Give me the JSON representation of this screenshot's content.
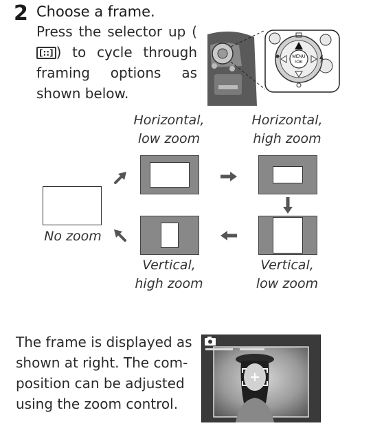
{
  "step": {
    "number": "2",
    "title": "Choose a frame.",
    "body_before": "Press the selector up (",
    "body_glyph": "[::]",
    "body_after": ") to cycle through framing options as shown below."
  },
  "selector": {
    "center_label_line1": "MENU",
    "center_label_line2": "/OK",
    "icons": [
      "frame-icon",
      "macro-icon",
      "flash-icon",
      "timer-icon",
      "delete-icon"
    ]
  },
  "diagram": {
    "horizontal_low": {
      "line1": "Horizontal,",
      "line2": "low zoom"
    },
    "horizontal_high": {
      "line1": "Horizontal,",
      "line2": "high zoom"
    },
    "no_zoom": "No zoom",
    "vertical_high": {
      "line1": "Vertical,",
      "line2": "high zoom"
    },
    "vertical_low": {
      "line1": "Vertical,",
      "line2": "low zoom"
    }
  },
  "bottom": {
    "text": "The frame is displayed as shown at right. The com-position can be adjusted using the zoom control."
  },
  "colors": {
    "frame_gray": "#888888",
    "text": "#1a1a1a"
  }
}
